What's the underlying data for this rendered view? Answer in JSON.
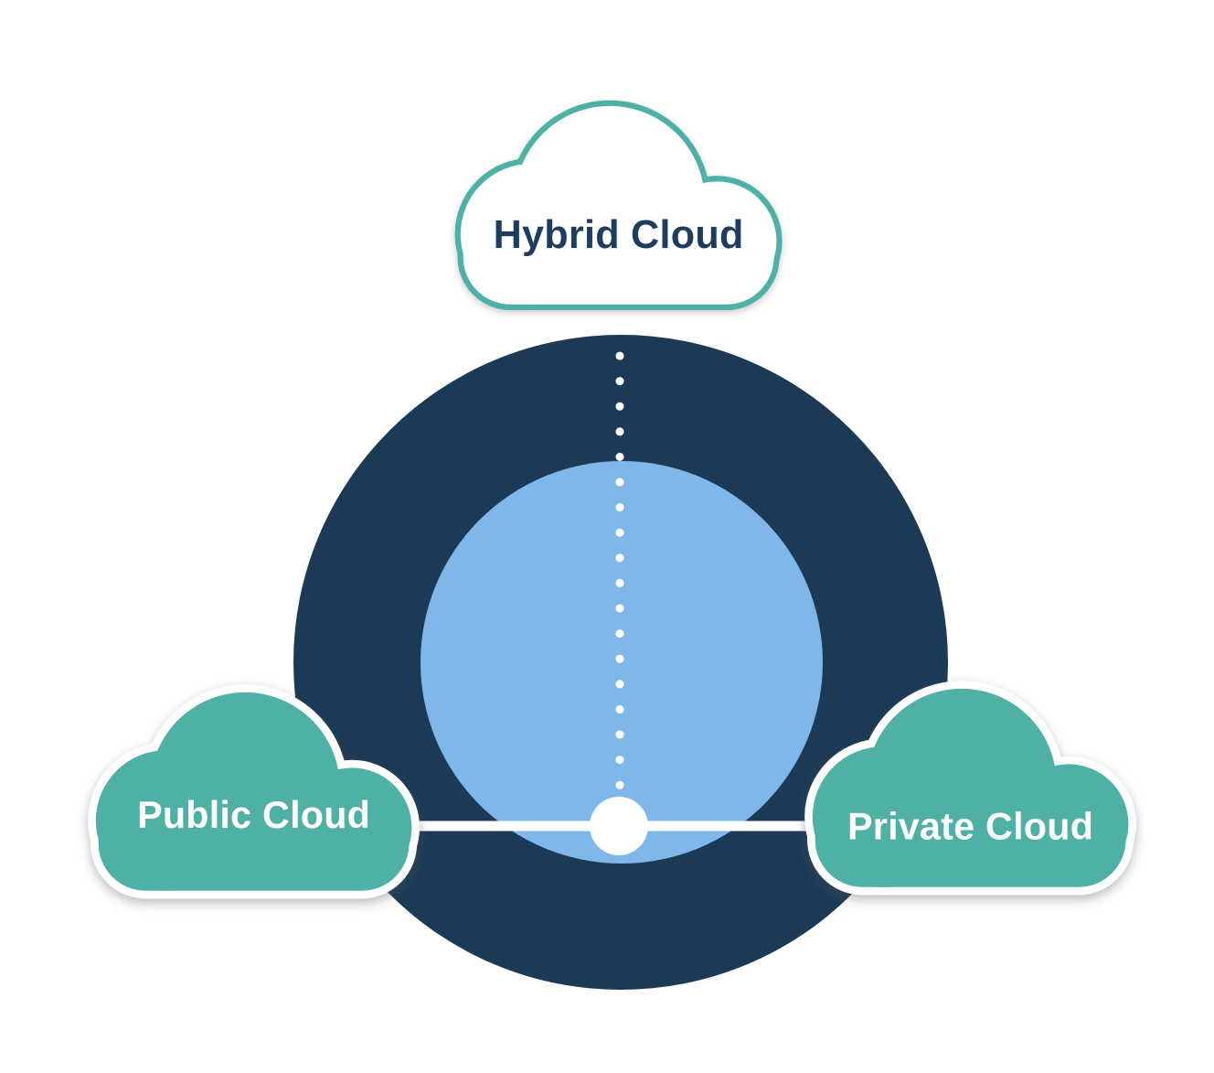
{
  "clouds": {
    "hybrid": {
      "label": "Hybrid Cloud"
    },
    "public": {
      "label": "Public Cloud"
    },
    "private": {
      "label": "Private Cloud"
    }
  },
  "colors": {
    "ring": "#1C3A56",
    "core": "#80B7EA",
    "cloud_teal": "#4FB0A6",
    "cloud_white": "#FFFFFF",
    "hybrid_text": "#1E3D5E",
    "side_text": "#FFFFFF",
    "connector": "#FFFFFF",
    "background": "#FFFFFF"
  }
}
